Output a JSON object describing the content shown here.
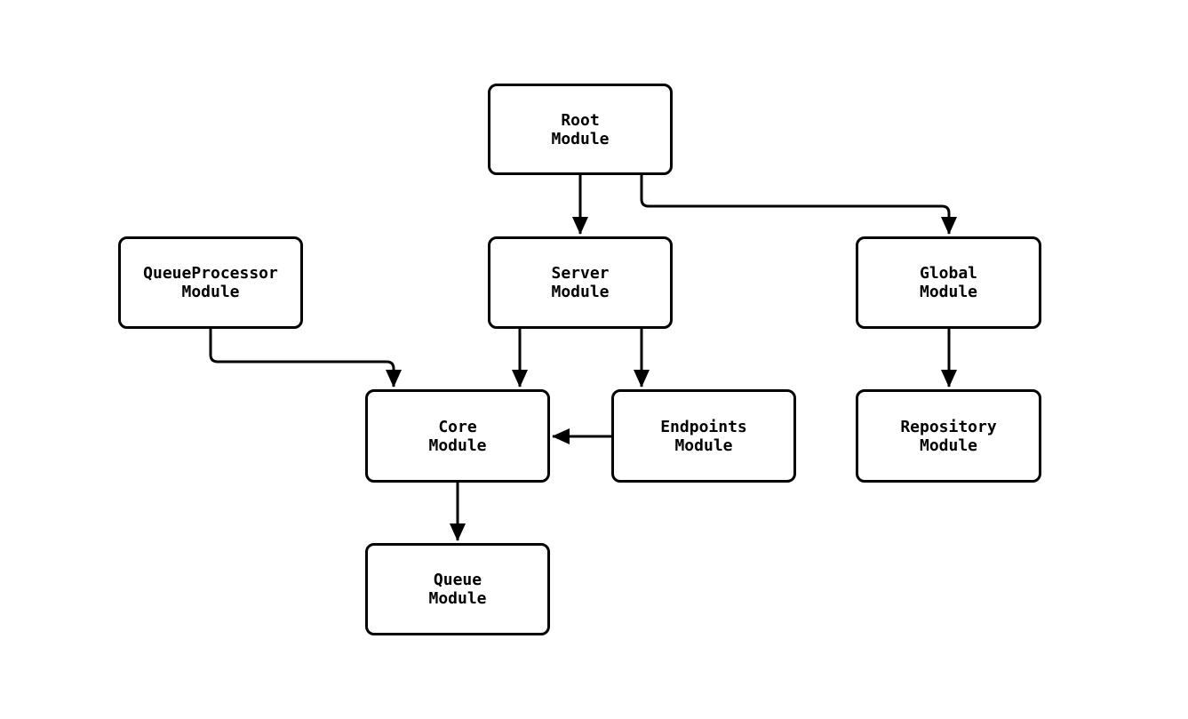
{
  "diagram": {
    "type": "flowchart",
    "nodes": {
      "root": {
        "label": "Root\nModule"
      },
      "queueProcessor": {
        "label": "QueueProcessor\nModule"
      },
      "server": {
        "label": "Server\nModule"
      },
      "global": {
        "label": "Global\nModule"
      },
      "core": {
        "label": "Core\nModule"
      },
      "endpoints": {
        "label": "Endpoints\nModule"
      },
      "repository": {
        "label": "Repository\nModule"
      },
      "queue": {
        "label": "Queue\nModule"
      }
    },
    "edges": [
      {
        "from": "Root Module",
        "to": "Server Module"
      },
      {
        "from": "Root Module",
        "to": "Global Module"
      },
      {
        "from": "QueueProcessor Module",
        "to": "Core Module"
      },
      {
        "from": "Server Module",
        "to": "Core Module"
      },
      {
        "from": "Server Module",
        "to": "Endpoints Module"
      },
      {
        "from": "Endpoints Module",
        "to": "Core Module"
      },
      {
        "from": "Core Module",
        "to": "Queue Module"
      },
      {
        "from": "Global Module",
        "to": "Repository Module"
      }
    ],
    "colors": {
      "stroke": "#000000",
      "node_fill": "#ffffff",
      "background": "#ffffff"
    }
  }
}
